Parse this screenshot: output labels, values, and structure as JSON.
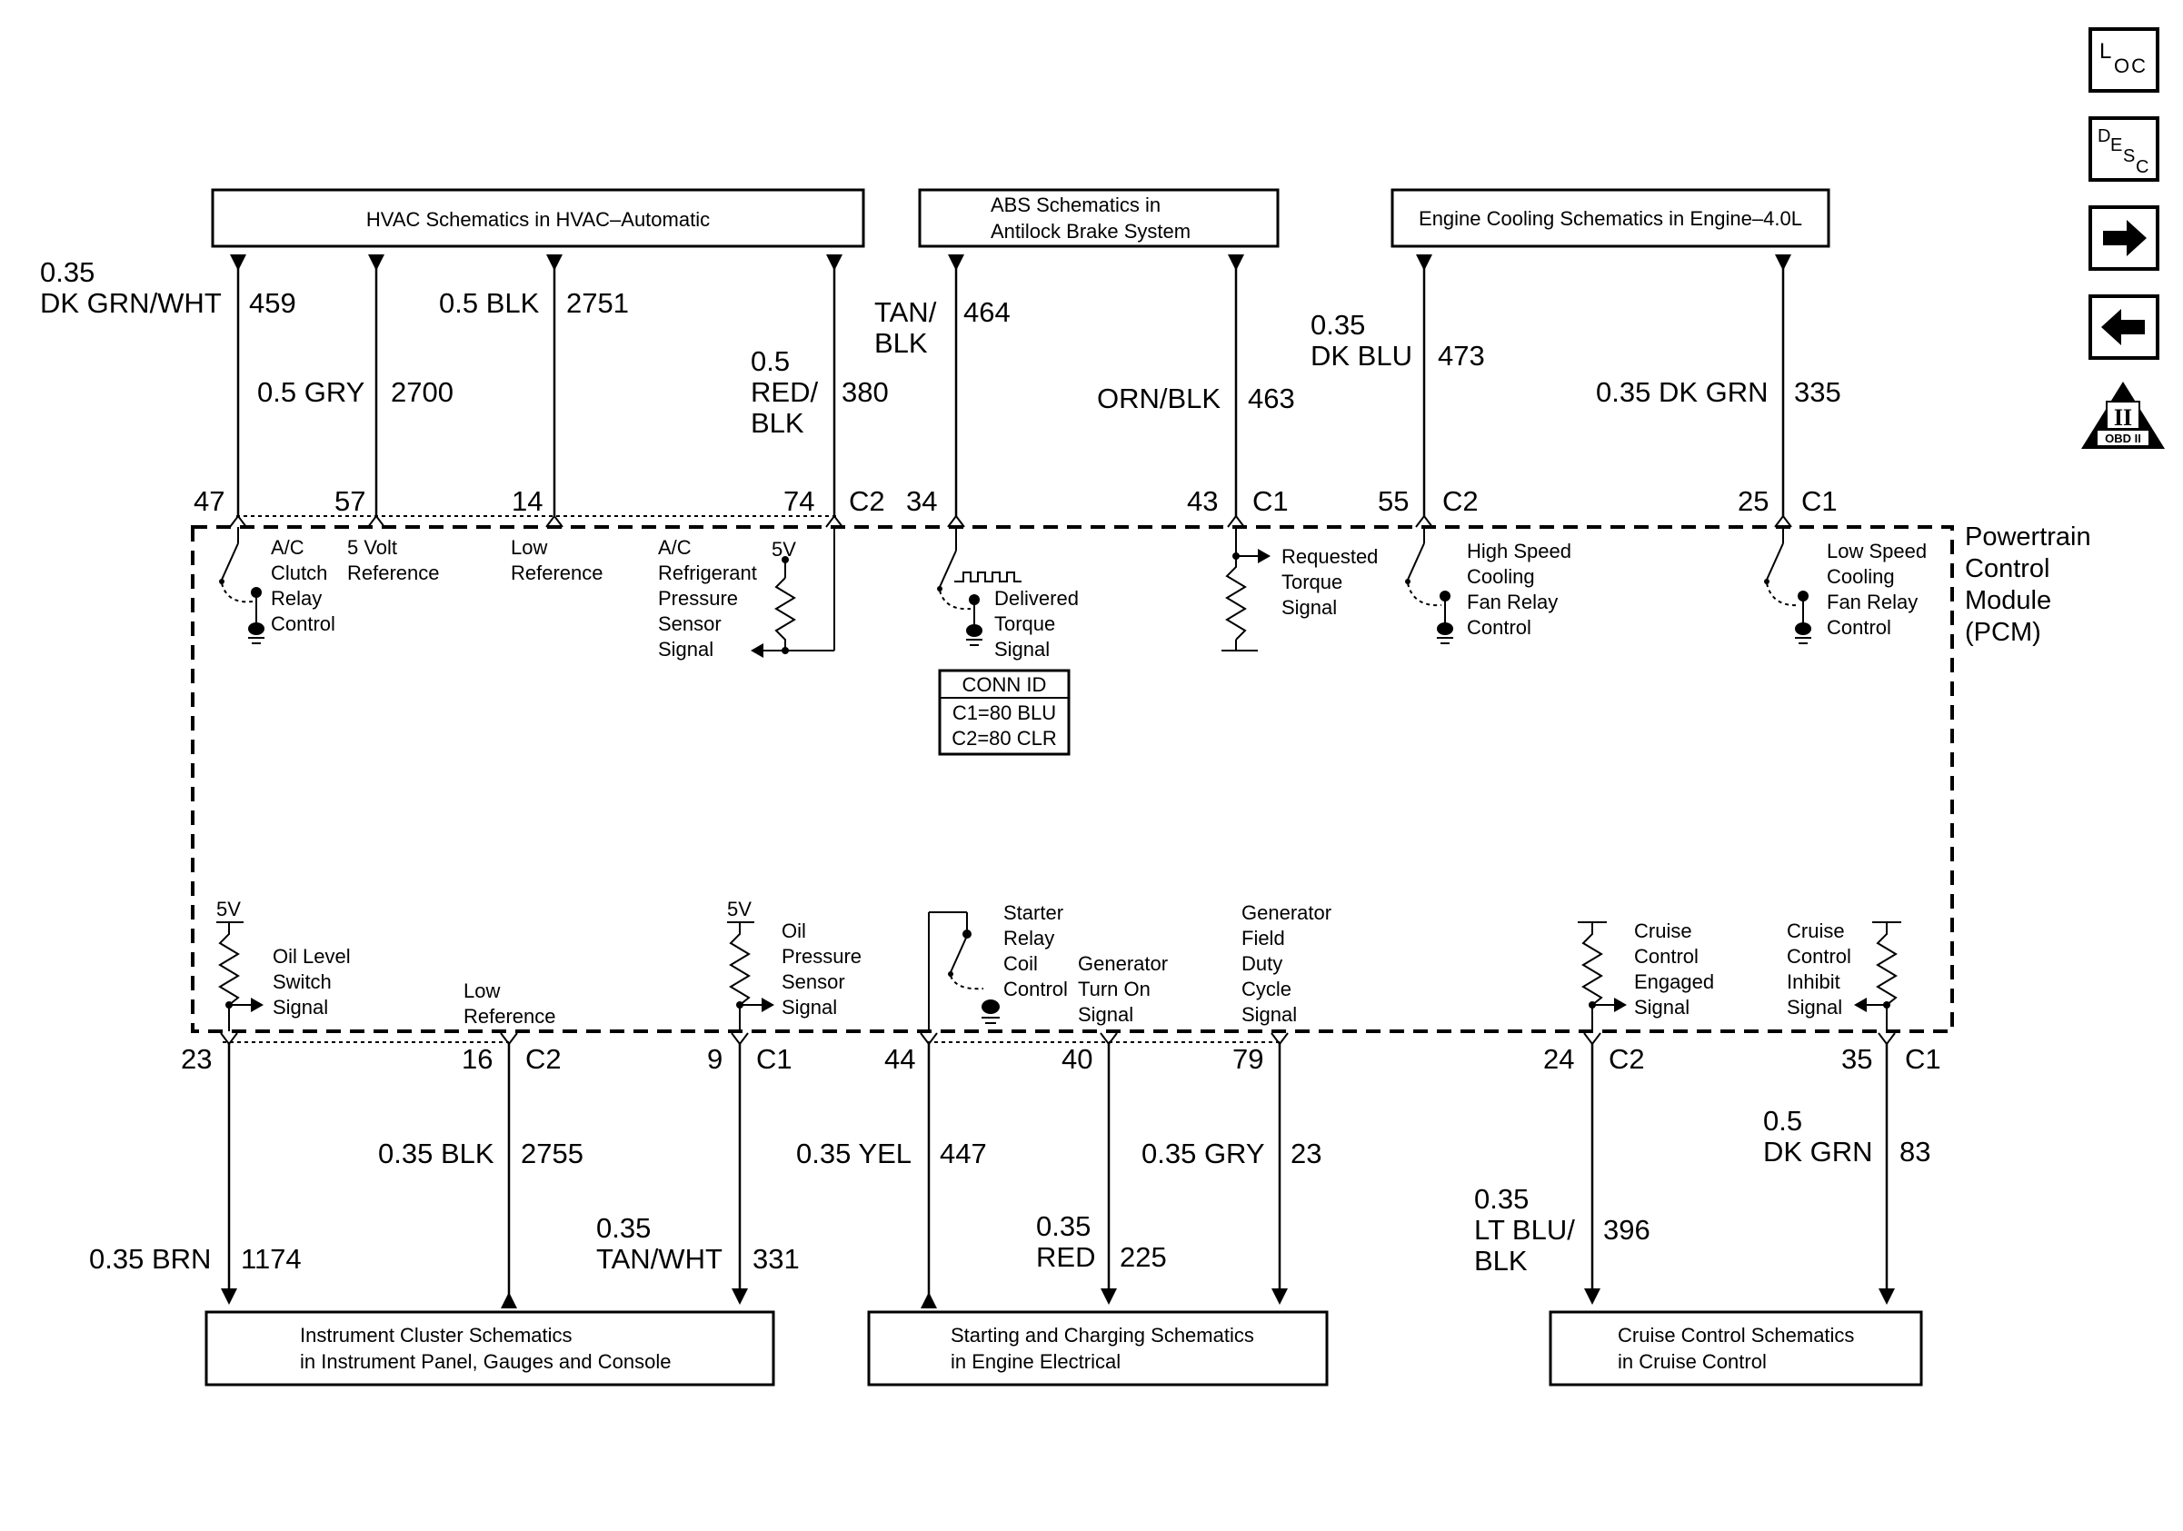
{
  "boxes": {
    "hvac": [
      "HVAC Schematics in HVAC–Automatic"
    ],
    "abs": [
      "ABS Schematics in",
      "Antilock Brake System"
    ],
    "cooling": [
      "Engine Cooling Schematics in Engine–4.0L"
    ],
    "cluster": [
      "Instrument Cluster Schematics",
      "in Instrument Panel, Gauges and Console"
    ],
    "charging": [
      "Starting and Charging Schematics",
      "in Engine Electrical"
    ],
    "cruise": [
      "Cruise Control Schematics",
      "in Cruise Control"
    ]
  },
  "top_wires": [
    {
      "color_lines": [
        "0.35",
        "DK GRN/WHT"
      ],
      "circuit": "459",
      "pin": "47",
      "connector": ""
    },
    {
      "color_lines": [
        "0.5 GRY"
      ],
      "circuit": "2700",
      "pin": "57",
      "connector": ""
    },
    {
      "color_lines": [
        "0.5 BLK"
      ],
      "circuit": "2751",
      "pin": "14",
      "connector": ""
    },
    {
      "color_lines": [
        "0.5",
        "RED/",
        "BLK"
      ],
      "circuit": "380",
      "pin": "74",
      "connector": "C2"
    },
    {
      "color_lines": [
        "TAN/",
        "BLK"
      ],
      "circuit": "464",
      "pin": "34",
      "connector": ""
    },
    {
      "color_lines": [
        "ORN/BLK"
      ],
      "circuit": "463",
      "pin": "43",
      "connector": "C1"
    },
    {
      "color_lines": [
        "0.35",
        "DK BLU"
      ],
      "circuit": "473",
      "pin": "55",
      "connector": "C2"
    },
    {
      "color_lines": [
        "0.35 DK GRN"
      ],
      "circuit": "335",
      "pin": "25",
      "connector": "C1"
    }
  ],
  "bottom_wires": [
    {
      "color_lines": [
        "0.35 BRN"
      ],
      "circuit": "1174",
      "pin": "23",
      "connector": ""
    },
    {
      "color_lines": [
        "0.35 BLK"
      ],
      "circuit": "2755",
      "pin": "16",
      "connector": "C2"
    },
    {
      "color_lines": [
        "0.35",
        "TAN/WHT"
      ],
      "circuit": "331",
      "pin": "9",
      "connector": "C1"
    },
    {
      "color_lines": [
        "0.35 YEL"
      ],
      "circuit": "447",
      "pin": "44",
      "connector": ""
    },
    {
      "color_lines": [
        "0.35",
        "RED"
      ],
      "circuit": "225",
      "pin": "40",
      "connector": ""
    },
    {
      "color_lines": [
        "0.35 GRY"
      ],
      "circuit": "23",
      "pin": "79",
      "connector": ""
    },
    {
      "color_lines": [
        "0.35",
        "LT BLU/",
        "BLK"
      ],
      "circuit": "396",
      "pin": "24",
      "connector": "C2"
    },
    {
      "color_lines": [
        "0.5",
        "DK GRN"
      ],
      "circuit": "83",
      "pin": "35",
      "connector": "C1"
    }
  ],
  "internal_labels": {
    "ac_clutch": [
      "A/C",
      "Clutch",
      "Relay",
      "Control"
    ],
    "five_volt_ref": [
      "5 Volt",
      "Reference"
    ],
    "low_ref_top": [
      "Low",
      "Reference"
    ],
    "ac_pressure": [
      "A/C",
      "Refrigerant",
      "Pressure",
      "Sensor",
      "Signal"
    ],
    "delivered_torque": [
      "Delivered",
      "Torque",
      "Signal"
    ],
    "requested_torque": [
      "Requested",
      "Torque",
      "Signal"
    ],
    "high_speed_fan": [
      "High Speed",
      "Cooling",
      "Fan Relay",
      "Control"
    ],
    "low_speed_fan": [
      "Low Speed",
      "Cooling",
      "Fan Relay",
      "Control"
    ],
    "oil_level": [
      "Oil Level",
      "Switch",
      "Signal"
    ],
    "low_ref_bottom": [
      "Low",
      "Reference"
    ],
    "oil_pressure": [
      "Oil",
      "Pressure",
      "Sensor",
      "Signal"
    ],
    "starter_relay": [
      "Starter",
      "Relay",
      "Coil",
      "Control"
    ],
    "generator_turn_on": [
      "Generator",
      "Turn On",
      "Signal"
    ],
    "generator_field": [
      "Generator",
      "Field",
      "Duty",
      "Cycle",
      "Signal"
    ],
    "cruise_engaged": [
      "Cruise",
      "Control",
      "Engaged",
      "Signal"
    ],
    "cruise_inhibit": [
      "Cruise",
      "Control",
      "Inhibit",
      "Signal"
    ],
    "five_v": "5V"
  },
  "conn_id": {
    "title": "CONN ID",
    "rows": [
      "C1=80 BLU",
      "C2=80 CLR"
    ]
  },
  "pcm_label": [
    "Powertrain",
    "Control",
    "Module",
    "(PCM)"
  ],
  "nav": {
    "loc": {
      "big": "L",
      "small": "OC"
    },
    "desc": {
      "d": "D",
      "e": "E",
      "s": "S",
      "c": "C"
    },
    "obd_numeral": "II",
    "obd_label": "OBD II",
    "next_icon": "arrow-right-icon",
    "prev_icon": "arrow-left-icon"
  }
}
